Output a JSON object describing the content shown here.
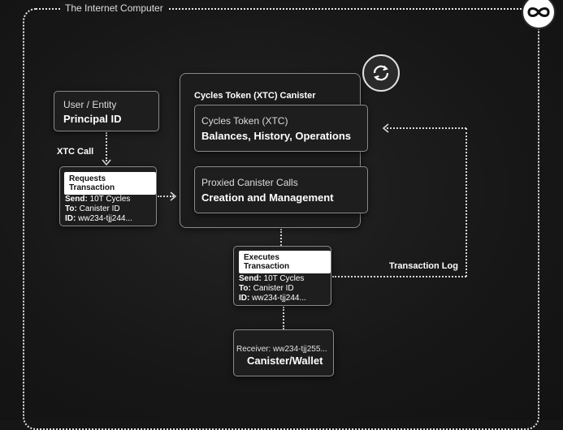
{
  "outer": {
    "title": "The Internet Computer"
  },
  "user_box": {
    "line1": "User / Entity",
    "line2": "Principal ID"
  },
  "xtc_call_label": "XTC Call",
  "request": {
    "tag": "Requests Transaction",
    "send_key": "Send:",
    "send_val": "10T Cycles",
    "to_key": "To:",
    "to_val": "Canister ID",
    "id_key": "ID:",
    "id_val": "ww234-tjj244..."
  },
  "canister": {
    "title": "Cycles Token (XTC) Canister",
    "block1": {
      "line1": "Cycles Token (XTC)",
      "line2": "Balances, History, Operations"
    },
    "block2": {
      "line1": "Proxied Canister Calls",
      "line2": "Creation and Management"
    }
  },
  "execute": {
    "tag": "Executes Transaction",
    "send_key": "Send:",
    "send_val": "10T Cycles",
    "to_key": "To:",
    "to_val": "Canister ID",
    "id_key": "ID:",
    "id_val": "ww234-tjj244..."
  },
  "receiver": {
    "line1": "Receiver: ww234-tjj255...",
    "line2": "Canister/Wallet"
  },
  "transaction_log_label": "Transaction Log",
  "icons": {
    "logo": "infinity-icon",
    "cycle": "cycle-arrows-icon"
  }
}
